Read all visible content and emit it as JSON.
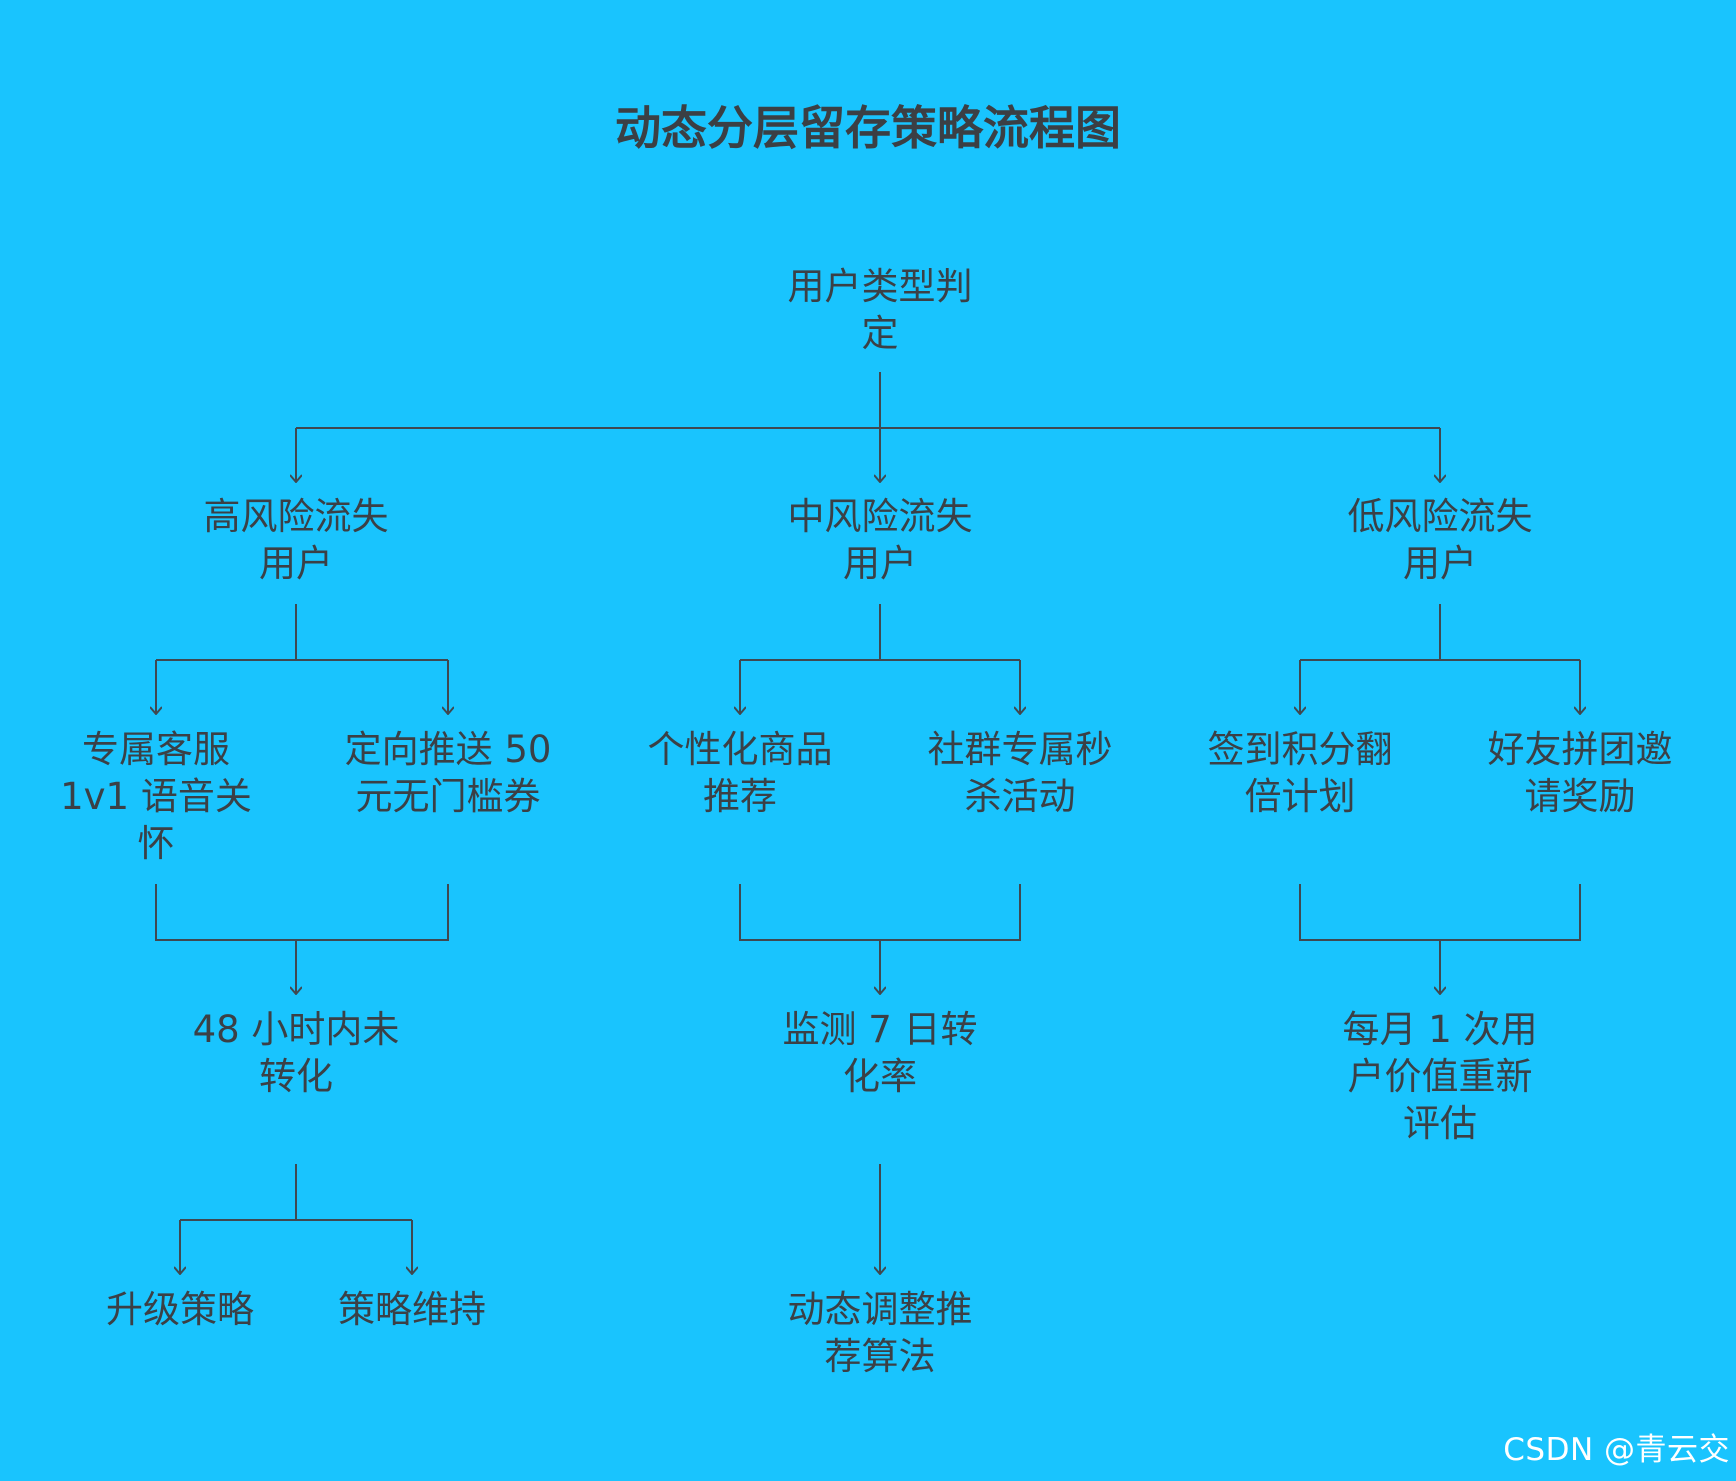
{
  "title": "动态分层留存策略流程图",
  "watermark": "CSDN @青云交",
  "colors": {
    "background": "#19c4fe",
    "text": "#3b4046",
    "line": "#404850"
  },
  "nodes": {
    "root": "用户类型判定",
    "high_risk": "高风险流失用户",
    "mid_risk": "中风险流失用户",
    "low_risk": "低风险流失用户",
    "vip_service": "专属客服 1v1 语音关怀",
    "coupon": "定向推送 50 元无门槛券",
    "recommend": "个性化商品推荐",
    "flash_sale": "社群专属秒杀活动",
    "checkin": "签到积分翻倍计划",
    "group_buy": "好友拼团邀请奖励",
    "check_48h": "48 小时内未转化",
    "monitor_7d": "监测 7 日转化率",
    "monthly_eval": "每月 1 次用户价值重新评估",
    "upgrade": "升级策略",
    "maintain": "策略维持",
    "adjust_algo": "动态调整推荐算法"
  }
}
